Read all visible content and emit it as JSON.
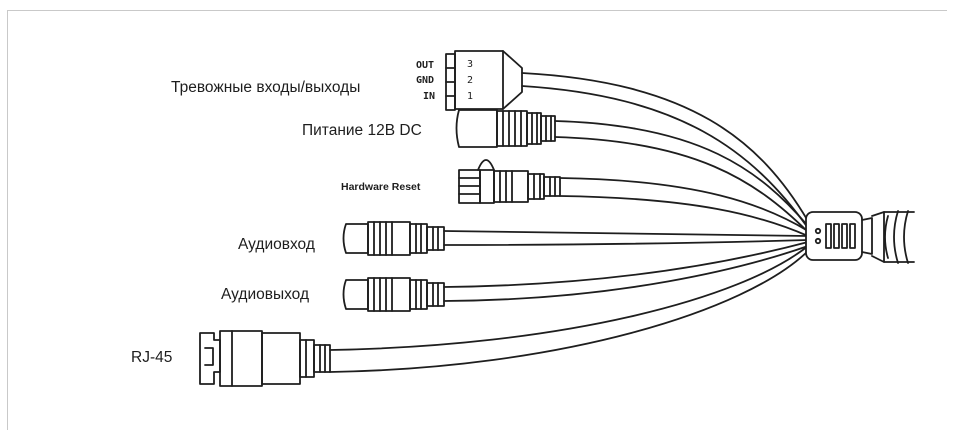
{
  "labels": {
    "alarm": "Тревожные входы/выходы",
    "power": "Питание 12В DC",
    "reset": "Hardware Reset",
    "audio_in": "Аудиовход",
    "audio_out": "Аудиовыход",
    "rj45": "RJ-45"
  },
  "terminal": {
    "pin_names": [
      "OUT",
      "GND",
      "IN"
    ],
    "pin_numbers": [
      "3",
      "2",
      "1"
    ]
  },
  "colors": {
    "line": "#1e1e1e",
    "frame": "#c9c9c9",
    "background": "#ffffff"
  }
}
